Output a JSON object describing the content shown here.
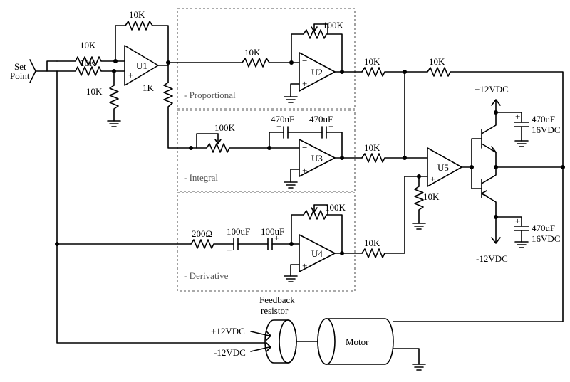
{
  "input": {
    "line1": "Set",
    "line2": "Point"
  },
  "u1": {
    "ref": "U1",
    "r_in_top": "10K",
    "r_in_bottom": "10K",
    "r_feedback": "10K",
    "r_ground": "10K",
    "r_out": "1K"
  },
  "proportional": {
    "label": "- Proportional",
    "ref": "U2",
    "r_in": "10K",
    "pot": "100K",
    "r_out": "10K"
  },
  "integral": {
    "label": "- Integral",
    "ref": "U3",
    "pot": "100K",
    "cap1": "470uF",
    "cap2": "470uF",
    "r_out": "10K"
  },
  "derivative": {
    "label": "- Derivative",
    "ref": "U4",
    "r_in": "200Ω",
    "cap1": "100uF",
    "cap2": "100uF",
    "pot": "100K",
    "r_out": "10K"
  },
  "u5": {
    "ref": "U5",
    "r_feedback": "10K",
    "r_ground": "10K"
  },
  "power": {
    "pos": "+12VDC",
    "neg": "-12VDC",
    "cap_top_val": "470uF",
    "cap_top_volt": "16VDC",
    "cap_bot_val": "470uF",
    "cap_bot_volt": "16VDC"
  },
  "feedback": {
    "line1": "Feedback",
    "line2": "resistor",
    "pos": "+12VDC",
    "neg": "-12VDC"
  },
  "motor": {
    "label": "Motor"
  }
}
